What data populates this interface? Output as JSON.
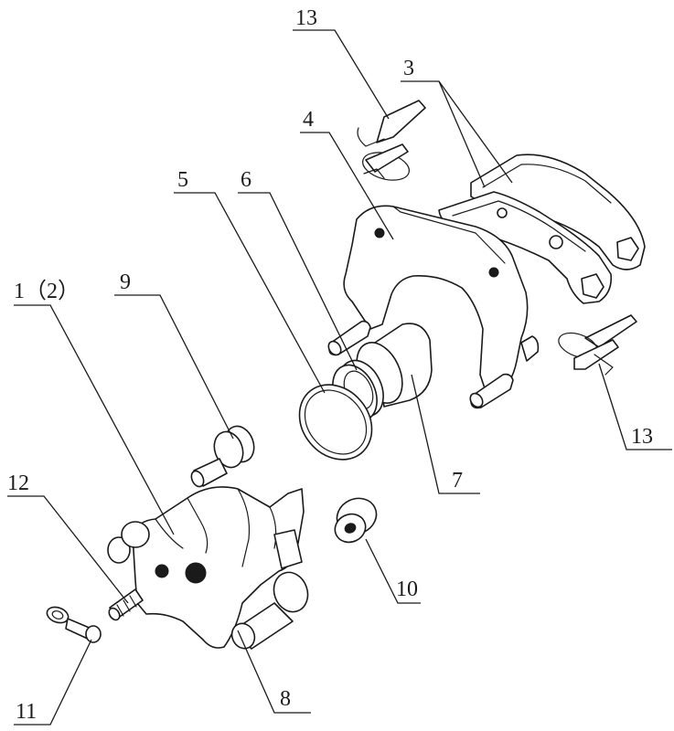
{
  "diagram": {
    "callouts": [
      {
        "id": "c1",
        "label": "1（2）"
      },
      {
        "id": "c3",
        "label": "3"
      },
      {
        "id": "c4",
        "label": "4"
      },
      {
        "id": "c5",
        "label": "5"
      },
      {
        "id": "c6",
        "label": "6"
      },
      {
        "id": "c7",
        "label": "7"
      },
      {
        "id": "c8",
        "label": "8"
      },
      {
        "id": "c9",
        "label": "9"
      },
      {
        "id": "c10",
        "label": "10"
      },
      {
        "id": "c11",
        "label": "11"
      },
      {
        "id": "c12",
        "label": "12"
      },
      {
        "id": "c13a",
        "label": "13"
      },
      {
        "id": "c13b",
        "label": "13"
      }
    ]
  }
}
